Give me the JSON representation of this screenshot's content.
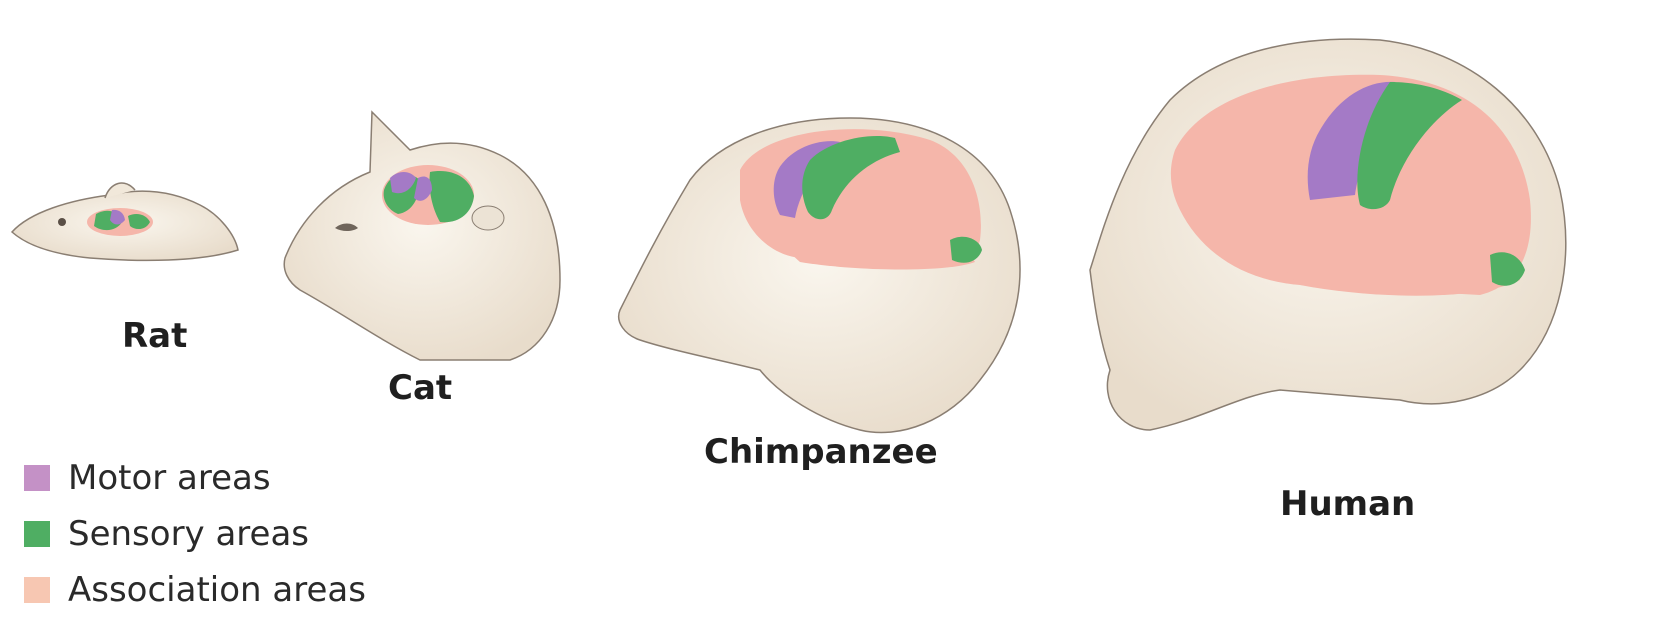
{
  "animals": [
    {
      "key": "rat",
      "label": "Rat"
    },
    {
      "key": "cat",
      "label": "Cat"
    },
    {
      "key": "chimpanzee",
      "label": "Chimpanzee"
    },
    {
      "key": "human",
      "label": "Human"
    }
  ],
  "legend": [
    {
      "label": "Motor areas",
      "color": "#c491c6"
    },
    {
      "label": "Sensory areas",
      "color": "#4fae63"
    },
    {
      "label": "Association areas",
      "color": "#f7c7b2"
    }
  ],
  "colors": {
    "motor": "#a47ac6",
    "sensory": "#4fae63",
    "association": "#f5b6aa",
    "skin": "#efe6d8",
    "sketch": "#8a7e72"
  }
}
